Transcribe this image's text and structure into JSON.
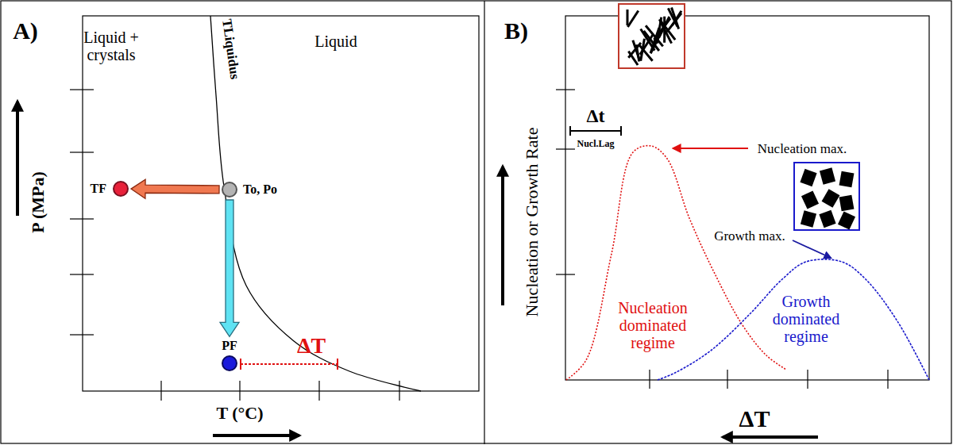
{
  "diagram": {
    "nodes": [
      {
        "text": [
          "TF"
        ]
      },
      {
        "text": [
          "To, Po"
        ]
      },
      {
        "text": [
          "PF"
        ]
      }
    ],
    "edges": [
      {
        "from": 1,
        "to": 0,
        "arrow": "to"
      },
      {
        "from": 1,
        "to": 2,
        "arrow": "to"
      }
    ],
    "labels": [
      "A)",
      "Liquid + crystals",
      "Liquid",
      "TLiquidus",
      "ΔT",
      "P (MPa)",
      "T (°C)",
      "B)",
      "Nucleation max.",
      "Growth max.",
      "Δt",
      "Nucl.Lag",
      "Nucleation dominated regime",
      "Growth dominated regime",
      "Nucleation or Growth Rate",
      "ΔT"
    ]
  }
}
